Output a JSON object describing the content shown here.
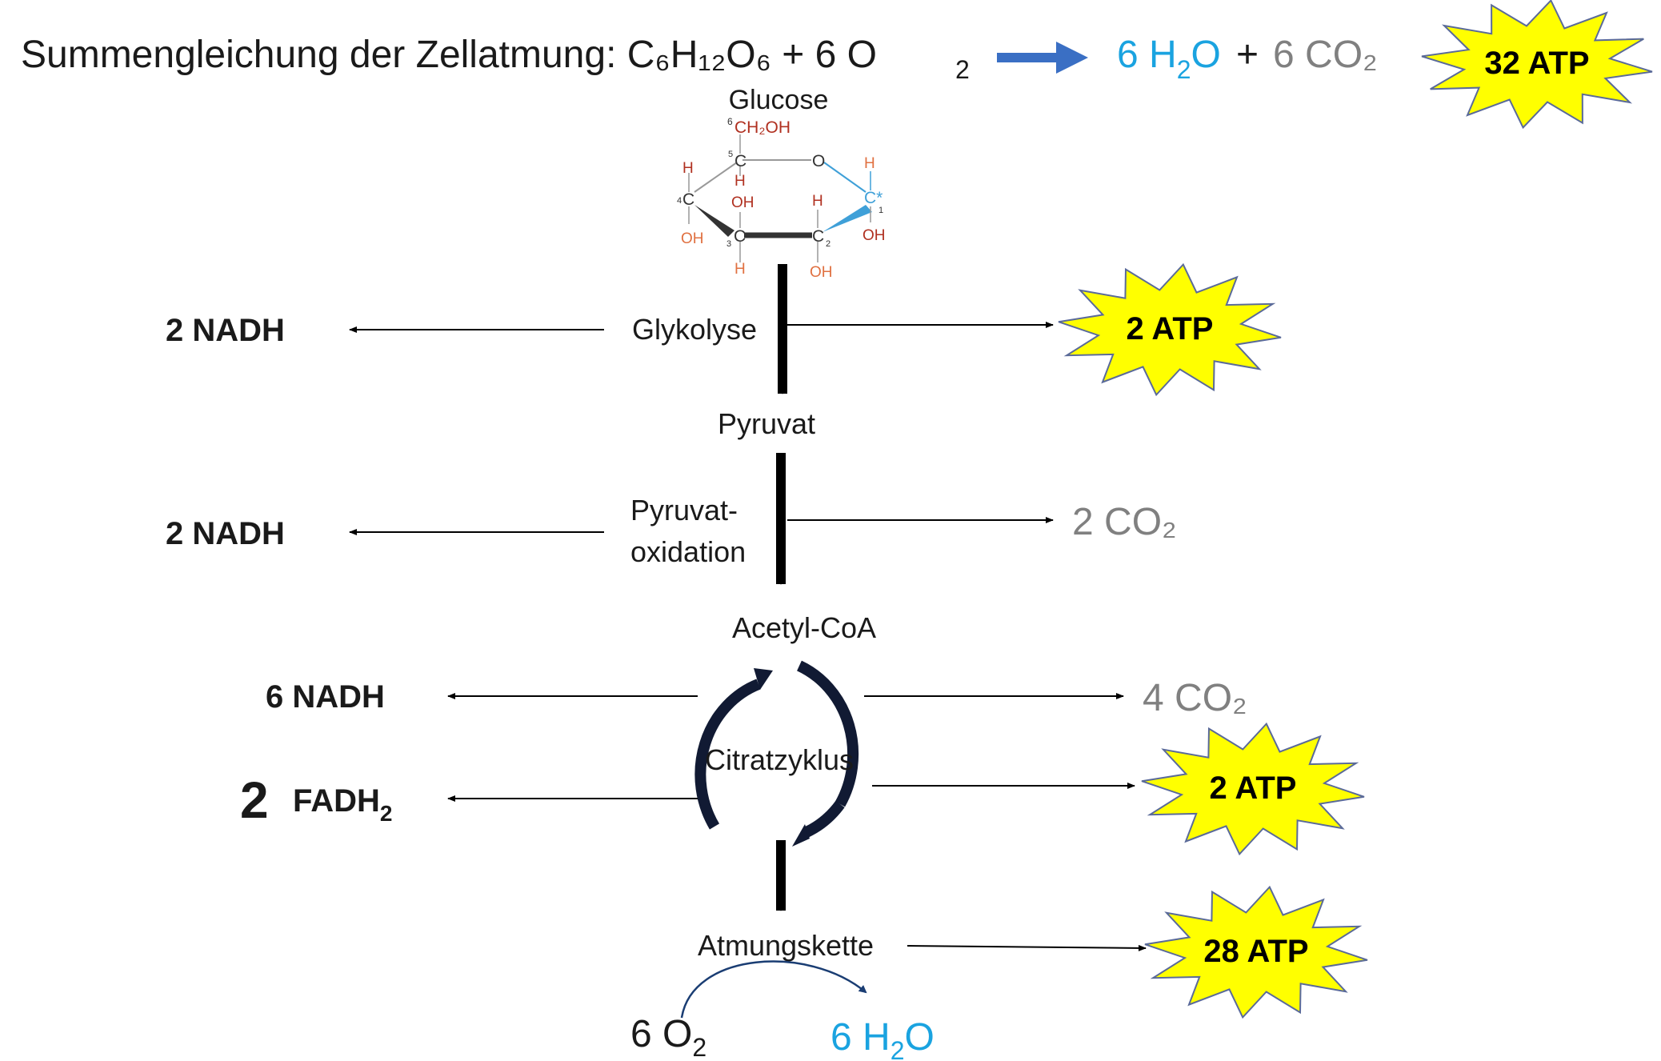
{
  "colors": {
    "text": "#1a1a1a",
    "water": "#1aa3e0",
    "co2": "#808080",
    "arrow_blue": "#3a6fc4",
    "star_fill": "#ffff00",
    "star_stroke": "#5a6a99",
    "mol_red": "#b03020",
    "mol_orange": "#e07040",
    "mol_blue": "#3fa0d8"
  },
  "equation": {
    "prefix": "Summengleichung der Zellatmung: C₆H₁₂O₆ + 6 O",
    "o2_sub": "2",
    "water_main": "6 H",
    "water_sub": "2",
    "water_end": "O",
    "plus": "+",
    "co2": "6 CO₂",
    "total_atp": "32 ATP"
  },
  "glucose": {
    "title": "Glucose",
    "labels": {
      "ch2oh": "CH₂OH",
      "ring_o": "O",
      "h": "H",
      "oh": "OH",
      "c": "C",
      "c_star": "C*",
      "n1": "1",
      "n2": "2",
      "n3": "3",
      "n4": "4",
      "n5": "5",
      "n6": "6"
    }
  },
  "steps": {
    "glykolyse": "Glykolyse",
    "pyruvat": "Pyruvat",
    "pyruvat_ox_1": "Pyruvat-",
    "pyruvat_ox_2": "oxidation",
    "acetyl": "Acetyl-CoA",
    "citrat": "Citratzyklus",
    "atmung": "Atmungskette"
  },
  "products": {
    "glyk_nadh": "2 NADH",
    "glyk_atp": "2 ATP",
    "pyr_nadh": "2 NADH",
    "pyr_co2": "2 CO₂",
    "citrat_nadh": "6 NADH",
    "citrat_fadh_num": "2",
    "citrat_fadh": "FADH",
    "citrat_fadh_sub": "2",
    "citrat_co2": "4 CO₂",
    "citrat_atp": "2 ATP",
    "atmung_atp": "28 ATP",
    "o2_main": "6 O",
    "o2_sub": "2",
    "h2o_main": "6 H",
    "h2o_sub": "2",
    "h2o_end": "O"
  }
}
